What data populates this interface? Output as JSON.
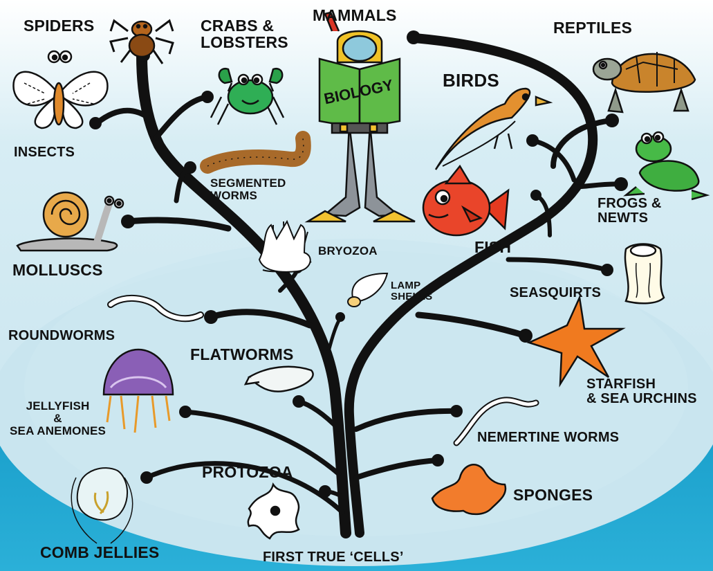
{
  "colors": {
    "sky_top": "#ffffff",
    "sky_mid": "#d2eaf2",
    "water": "#22a6cf",
    "branch": "#111111",
    "node": "#111111"
  },
  "labels": {
    "spiders": "SPIDERS",
    "crabs_lobsters": "CRABS &\nLOBSTERS",
    "mammals": "MAMMALS",
    "reptiles": "REPTILES",
    "insects": "INSECTS",
    "birds": "BIRDS",
    "biology_book": "BIOLOGY",
    "segmented_worms": "SEGMENTED\nWORMS",
    "frogs_newts": "FROGS &\nNEWTS",
    "molluscs": "MOLLUSCS",
    "bryozoa": "BRYOZOA",
    "fish": "FISH",
    "lamp_shells": "LAMP\nSHELLS",
    "seasquirts": "SEASQUIRTS",
    "roundworms": "ROUNDWORMS",
    "flatworms": "FLATWORMS",
    "starfish": "STARFISH\n& SEA URCHINS",
    "jellyfish": "JELLYFISH\n&\nSEA ANEMONES",
    "nemertine": "NEMERTINE WORMS",
    "protozoa": "PROTOZOA",
    "sponges": "SPONGES",
    "comb_jellies": "COMB JELLIES",
    "first_cells": "FIRST TRUE ‘CELLS’"
  },
  "icons": [
    "spider",
    "crab",
    "diver-reading-book",
    "tortoise",
    "butterfly",
    "bird",
    "segmented-worm",
    "frog",
    "snail",
    "bryozoan",
    "fish",
    "lamp-shell",
    "seasquirt",
    "roundworm",
    "flatworm",
    "starfish",
    "jellyfish",
    "nemertine-worm",
    "protozoan",
    "sponge",
    "comb-jelly"
  ]
}
